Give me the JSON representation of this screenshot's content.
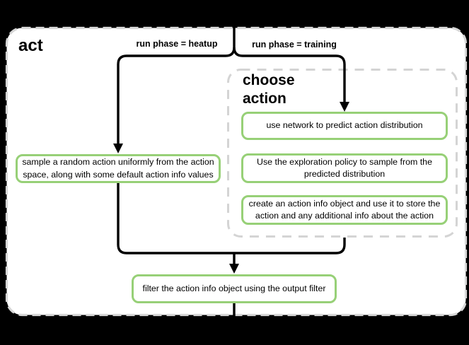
{
  "diagram": {
    "title": "act",
    "edges": {
      "heatup_label": "run phase = heatup",
      "training_label": "run phase = training"
    },
    "group": {
      "title": "choose\naction"
    },
    "nodes": {
      "sample_random": "sample a random action uniformly from the action\nspace, along with some default action info values",
      "predict_distribution": "use network to predict action distribution",
      "exploration_policy": "Use the exploration policy to sample from the\npredicted distribution",
      "create_action_info": "create an action info object and use it to store the\naction and any additional info about the action",
      "filter_output": "filter the action info object using the output filter"
    },
    "colors": {
      "background": "#000000",
      "surface": "#ffffff",
      "node_border": "#97d077",
      "edge": "#000000",
      "container_border": "#d5d5d5"
    }
  }
}
